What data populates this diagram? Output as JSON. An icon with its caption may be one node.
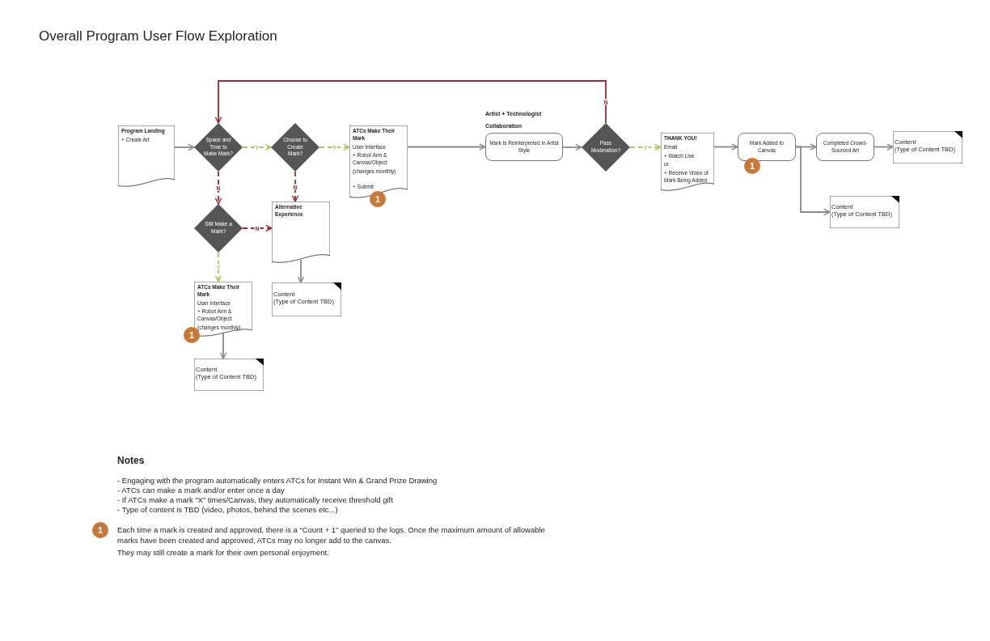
{
  "diagram": {
    "title": "Overall Program User Flow Exploration",
    "nodes": [
      {
        "text": [
          "Program Landing",
          "+ Create Art"
        ]
      },
      {
        "text": [
          "Space and Time to Make Mark?"
        ]
      },
      {
        "text": [
          "Choose to Create Mark?"
        ]
      },
      {
        "text": [
          "ATCs Make Their Mark",
          "User Interface",
          "+ Robot Arm & Canvas/Object",
          "(changes monthly)",
          "+ Submit"
        ],
        "beside": [
          "1"
        ]
      },
      {
        "text": [
          "Mark Is Reinterpreted in Artist Style"
        ],
        "beside": [
          "Artist + Technologist Collaboration"
        ]
      },
      {
        "text": [
          "Pass Moderation?"
        ]
      },
      {
        "text": [
          "THANK YOU!",
          "Email",
          "+ Watch Live",
          "or",
          "+ Receive Video of Mark Being Added"
        ]
      },
      {
        "text": [
          "Mark Added to Canvas"
        ],
        "beside": [
          "1"
        ]
      },
      {
        "text": [
          "Completed Crowd-Sourced Art"
        ]
      },
      {
        "text": [
          "Content",
          "(Type of Content TBD)"
        ]
      },
      {
        "text": [
          "Content",
          "(Type of Content TBD)"
        ]
      },
      {
        "text": [
          "Still Make a Mark?"
        ]
      },
      {
        "text": [
          "Alternative Experience"
        ]
      },
      {
        "text": [
          "Content",
          "(Type of Content TBD)"
        ]
      },
      {
        "text": [
          "ATCs Make Their Mark",
          "User Interface",
          "+ Robot Arm & Canvas/Object",
          "(changes monthly)"
        ],
        "beside": [
          "1"
        ]
      },
      {
        "text": [
          "Content",
          "(Type of Content TBD)"
        ]
      }
    ],
    "edges": [
      {
        "from": 0,
        "to": 1,
        "arrow": "to"
      },
      {
        "from": 1,
        "to": 2,
        "arrow": "to",
        "label": "Y",
        "style": "dashed",
        "color": "#a8c95c"
      },
      {
        "from": 2,
        "to": 3,
        "arrow": "to",
        "label": "Y",
        "style": "dashed",
        "color": "#a8c95c"
      },
      {
        "from": 3,
        "to": 4,
        "arrow": "to"
      },
      {
        "from": 4,
        "to": 5,
        "arrow": "to"
      },
      {
        "from": 5,
        "to": 6,
        "arrow": "to",
        "label": "Y",
        "style": "dashed",
        "color": "#a8c95c"
      },
      {
        "from": 6,
        "to": 7,
        "arrow": "to"
      },
      {
        "from": 7,
        "to": 8,
        "arrow": "to"
      },
      {
        "from": 8,
        "to": 9,
        "arrow": "to"
      },
      {
        "from": 7,
        "to": 10,
        "arrow": "to"
      },
      {
        "from": 5,
        "to": 1,
        "arrow": "to",
        "label": "N",
        "color": "#a3262e"
      },
      {
        "from": 1,
        "to": 11,
        "arrow": "to",
        "label": "N",
        "style": "dashed",
        "color": "#a3262e"
      },
      {
        "from": 2,
        "to": 12,
        "arrow": "to",
        "label": "N",
        "style": "dashed",
        "color": "#a3262e"
      },
      {
        "from": 11,
        "to": 12,
        "arrow": "to",
        "label": "N",
        "style": "dashed",
        "color": "#a3262e"
      },
      {
        "from": 11,
        "to": 14,
        "arrow": "to",
        "label": "Y",
        "style": "dashed",
        "color": "#a8c95c"
      },
      {
        "from": 12,
        "to": 13,
        "arrow": "to"
      },
      {
        "from": 14,
        "to": 15,
        "arrow": "to"
      }
    ],
    "labels": [
      "Notes",
      "- Engaging with the program automatically enters ATCs for Instant Win & Grand Prize Drawing",
      "- ATCs can make a mark and/or enter once a day",
      "- If ATCs make a mark “X” times/Canvas, they automatically receive threshold gift",
      "- Type of content is TBD (video, photos, behind the scenes etc...)",
      "1",
      "Each time a mark is created and approved, there is a “Count + 1” queried to the logs. Once the maximum amount of allowable marks have been created and approved, ATCs may no longer add to the canvas.",
      "They may still create a mark for their own personal enjoyment."
    ]
  }
}
